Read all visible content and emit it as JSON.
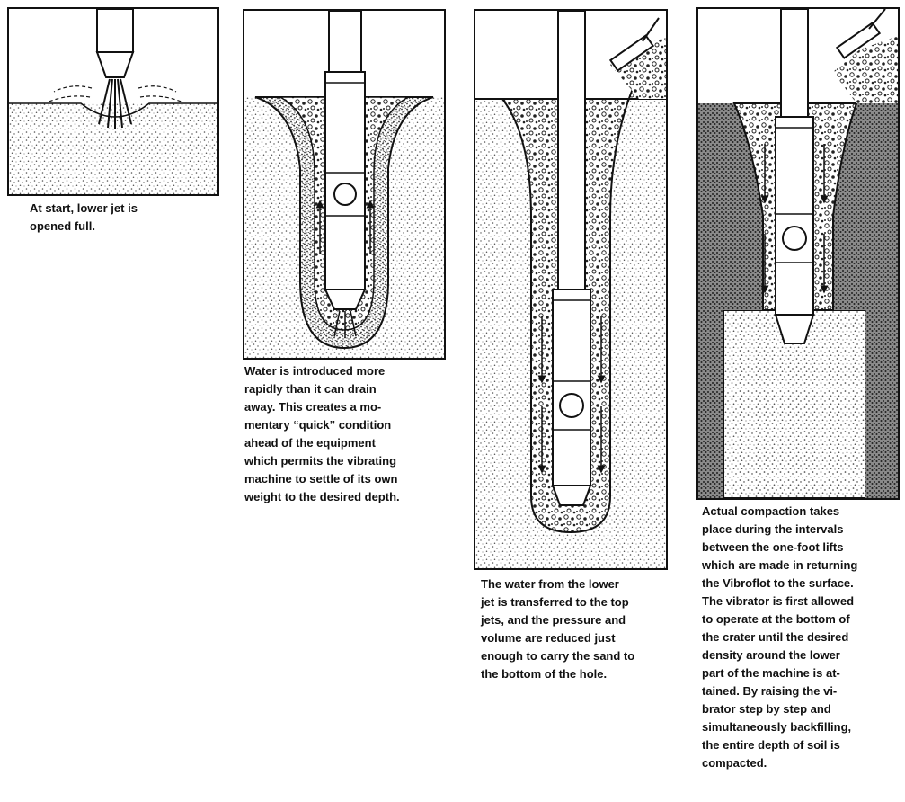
{
  "captions": {
    "step1": "At start, lower jet is\nopened full.",
    "step2": "Water is introduced more\nrapidly than it can drain\naway.  This creates a mo-\nmentary “quick” condition\nahead of the equipment\nwhich permits the vibrating\nmachine to settle of its own\nweight to the desired depth.",
    "step3": "The water from the lower\njet is transferred to the top\njets, and the pressure and\nvolume are reduced just\nenough to carry the sand to\nthe bottom of the hole.",
    "step4": "Actual compaction takes\nplace during the intervals\nbetween the one-foot lifts\nwhich are made in returning\nthe Vibroflot to the surface.\nThe vibrator is first allowed\nto operate at the bottom of\nthe crater until the desired\ndensity around the lower\npart of the machine is at-\ntained.  By raising the vi-\nbrator step by step and\nsimultaneously backfilling,\nthe entire depth of soil is\ncompacted."
  },
  "colors": {
    "ink": "#111111",
    "paper": "#ffffff",
    "soil_dots": "#555555",
    "backfill_dots": "#333333",
    "compacted_zone": "#8a8a8a"
  }
}
